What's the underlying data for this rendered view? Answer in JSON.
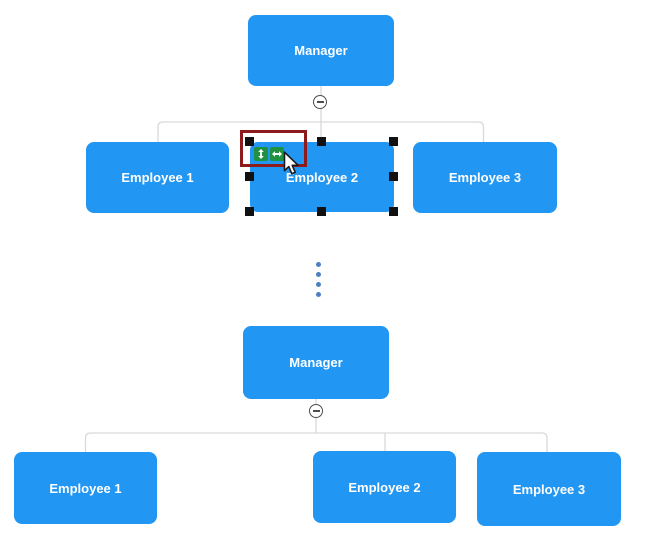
{
  "colors": {
    "node_fill": "#2196f3",
    "node_text": "#ffffff",
    "connector": "#d9d9d9",
    "collapse_stroke": "#4d4d4d",
    "selection_handle": "#111111",
    "tool_button": "#1e9240",
    "annotation_box": "#8e1b1b",
    "ellipsis_dot": "#4e80c0"
  },
  "top_chart": {
    "manager": {
      "label": "Manager"
    },
    "collapse_toggle": {
      "icon": "minus-icon",
      "state": "expanded"
    },
    "employees": [
      {
        "label": "Employee 1",
        "selected": false
      },
      {
        "label": "Employee 2",
        "selected": true
      },
      {
        "label": "Employee 3",
        "selected": false
      }
    ]
  },
  "selection_toolbar": {
    "target": "Employee 2",
    "buttons": [
      {
        "id": "move-vertical",
        "icon": "move-vertical-arrow-icon"
      },
      {
        "id": "move-horizontal",
        "icon": "move-horizontal-arrow-icon"
      }
    ]
  },
  "ellipsis": {
    "dot_count": 4
  },
  "bottom_chart": {
    "manager": {
      "label": "Manager"
    },
    "collapse_toggle": {
      "icon": "minus-icon",
      "state": "expanded"
    },
    "employees": [
      {
        "label": "Employee 1",
        "selected": false
      },
      {
        "label": "Employee 2",
        "selected": false
      },
      {
        "label": "Employee 3",
        "selected": false
      }
    ]
  }
}
